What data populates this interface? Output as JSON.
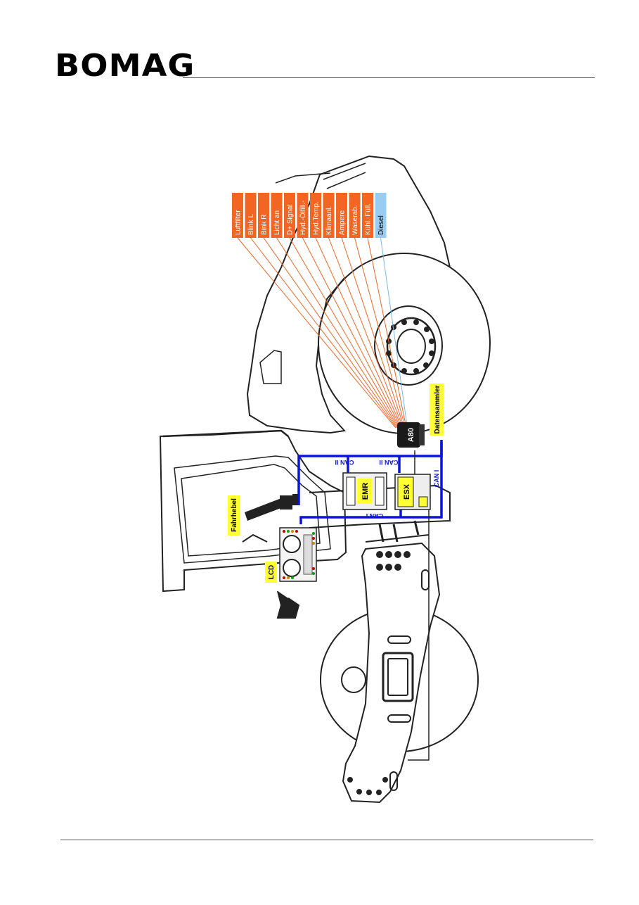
{
  "header": {
    "logo": "BOMAG"
  },
  "signals": [
    {
      "label": "Luftfilter",
      "type": "switch"
    },
    {
      "label": "Blink L",
      "type": "switch"
    },
    {
      "label": "Bink R",
      "type": "switch"
    },
    {
      "label": "Licht an",
      "type": "switch"
    },
    {
      "label": "D+ Signal",
      "type": "switch"
    },
    {
      "label": "Hyd.-Ölfill.-",
      "type": "switch"
    },
    {
      "label": "Hyd.Temp.",
      "type": "switch"
    },
    {
      "label": "Klimaanl.",
      "type": "switch"
    },
    {
      "label": "Ampere",
      "type": "switch"
    },
    {
      "label": "Waserab.",
      "type": "switch"
    },
    {
      "label": "Kühl.-Füll.",
      "type": "switch"
    },
    {
      "label": "Diesel",
      "type": "analog"
    }
  ],
  "components": {
    "a80": "A80",
    "datensammler": "Datensammler",
    "emr": "EMR",
    "esx": "ESX",
    "fahrhebel": "Fahrhebel",
    "lcd": "LCD"
  },
  "buses": {
    "can2_a": "CAN II",
    "can2_b": "CAN II",
    "can1_a": "CAN I",
    "can1_b": "CAN I"
  },
  "colors": {
    "signal_box": "#f26522",
    "signal_line": "#f26522",
    "diesel_box": "#99ccf2",
    "diesel_line": "#7ab8e8",
    "can_bus": "#0a14d6",
    "highlight": "#ffff33"
  }
}
